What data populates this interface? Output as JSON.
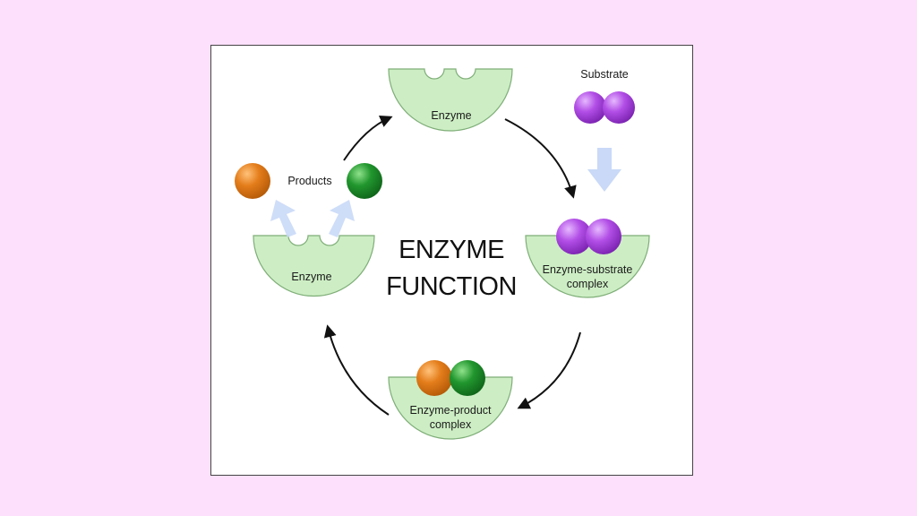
{
  "diagram": {
    "title_line1": "ENZYME",
    "title_line2": "FUNCTION",
    "labels": {
      "enzyme_top": "Enzyme",
      "substrate": "Substrate",
      "enzyme_substrate_line1": "Enzyme-substrate",
      "enzyme_substrate_line2": "complex",
      "enzyme_product_line1": "Enzyme-product",
      "enzyme_product_line2": "complex",
      "enzyme_left": "Enzyme",
      "products": "Products"
    },
    "colors": {
      "background": "#fde0fb",
      "enzyme_fill": "#cdeec4",
      "enzyme_stroke": "#7fae78",
      "substrate": "#b04ee0",
      "product_orange": "#e47d1b",
      "product_green": "#21962e",
      "flow_arrow": "#c9d9f7",
      "cycle_arrow": "#111111"
    }
  }
}
